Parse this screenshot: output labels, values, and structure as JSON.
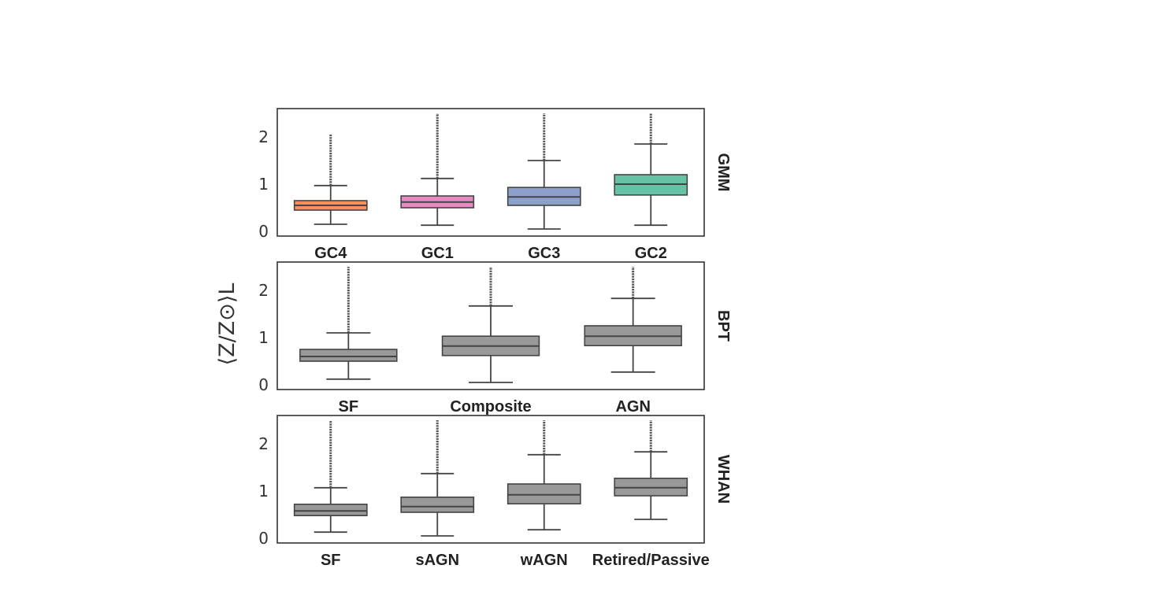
{
  "y_axis_label": "⟨Z/Z⊙⟩L",
  "chart_data": [
    {
      "type": "box",
      "facet_label": "GMM",
      "ylim": [
        -0.1,
        2.6
      ],
      "yticks": [
        0,
        1,
        2
      ],
      "grid": false,
      "categories": [
        "GC4",
        "GC1",
        "GC3",
        "GC2"
      ],
      "colors": [
        "#fc8d62",
        "#e78ac3",
        "#8da0cb",
        "#66c2a5"
      ],
      "boxes": [
        {
          "whisker_low": 0.15,
          "q1": 0.45,
          "median": 0.55,
          "q3": 0.65,
          "whisker_high": 0.97,
          "outlier_max": 2.05
        },
        {
          "whisker_low": 0.13,
          "q1": 0.5,
          "median": 0.62,
          "q3": 0.75,
          "whisker_high": 1.12,
          "outlier_max": 2.5
        },
        {
          "whisker_low": 0.05,
          "q1": 0.55,
          "median": 0.73,
          "q3": 0.93,
          "whisker_high": 1.5,
          "outlier_max": 2.5
        },
        {
          "whisker_low": 0.13,
          "q1": 0.77,
          "median": 1.0,
          "q3": 1.2,
          "whisker_high": 1.85,
          "outlier_max": 2.5
        }
      ]
    },
    {
      "type": "box",
      "facet_label": "BPT",
      "ylim": [
        -0.1,
        2.6
      ],
      "yticks": [
        0,
        1,
        2
      ],
      "grid": false,
      "categories": [
        "SF",
        "Composite",
        "AGN"
      ],
      "colors": [
        "#999999",
        "#999999",
        "#999999"
      ],
      "boxes": [
        {
          "whisker_low": 0.12,
          "q1": 0.5,
          "median": 0.6,
          "q3": 0.75,
          "whisker_high": 1.1,
          "outlier_max": 2.5
        },
        {
          "whisker_low": 0.05,
          "q1": 0.62,
          "median": 0.82,
          "q3": 1.03,
          "whisker_high": 1.67,
          "outlier_max": 2.5
        },
        {
          "whisker_low": 0.27,
          "q1": 0.83,
          "median": 1.03,
          "q3": 1.25,
          "whisker_high": 1.83,
          "outlier_max": 2.5
        }
      ]
    },
    {
      "type": "box",
      "facet_label": "WHAN",
      "ylim": [
        -0.1,
        2.6
      ],
      "yticks": [
        0,
        1,
        2
      ],
      "grid": false,
      "categories": [
        "SF",
        "sAGN",
        "wAGN",
        "Retired/Passive"
      ],
      "colors": [
        "#999999",
        "#999999",
        "#999999",
        "#999999"
      ],
      "boxes": [
        {
          "whisker_low": 0.13,
          "q1": 0.48,
          "median": 0.58,
          "q3": 0.72,
          "whisker_high": 1.07,
          "outlier_max": 2.5
        },
        {
          "whisker_low": 0.05,
          "q1": 0.55,
          "median": 0.67,
          "q3": 0.87,
          "whisker_high": 1.37,
          "outlier_max": 2.5
        },
        {
          "whisker_low": 0.18,
          "q1": 0.73,
          "median": 0.92,
          "q3": 1.15,
          "whisker_high": 1.77,
          "outlier_max": 2.5
        },
        {
          "whisker_low": 0.4,
          "q1": 0.9,
          "median": 1.07,
          "q3": 1.27,
          "whisker_high": 1.83,
          "outlier_max": 2.5
        }
      ]
    }
  ]
}
